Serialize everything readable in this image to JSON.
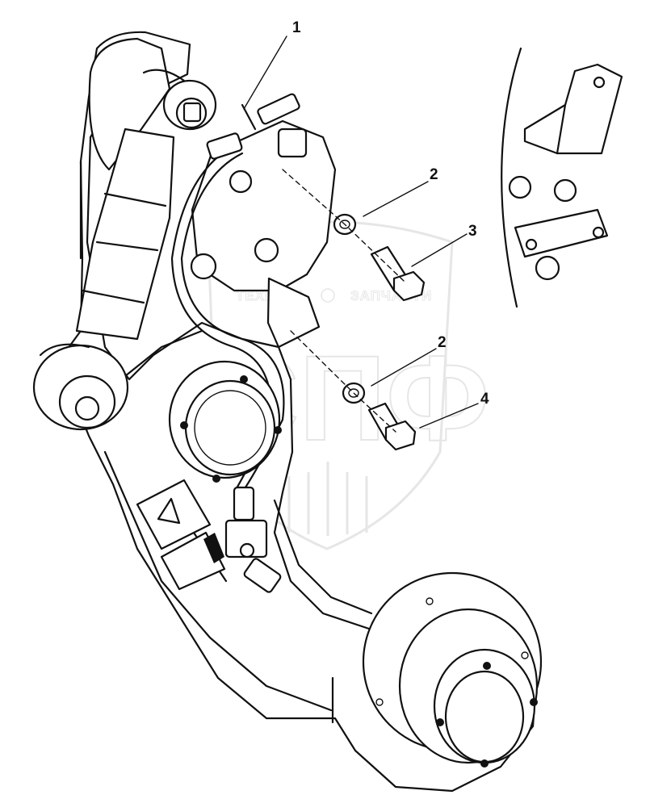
{
  "callouts": [
    {
      "id": "c1",
      "label": "1"
    },
    {
      "id": "c2a",
      "label": "2"
    },
    {
      "id": "c3",
      "label": "3"
    },
    {
      "id": "c2b",
      "label": "2"
    },
    {
      "id": "c4",
      "label": "4"
    }
  ],
  "watermark": {
    "text_left": "ТЕХНИКА",
    "text_right": "ЗАПЧАСТИ",
    "big_letters": "СПФ"
  }
}
